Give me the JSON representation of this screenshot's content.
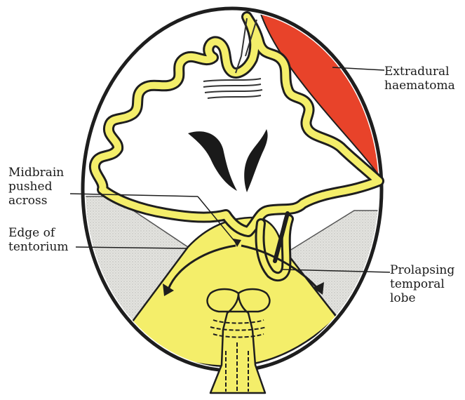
{
  "labels": {
    "extradural_haematoma": [
      "Extradural",
      "haematoma"
    ],
    "midbrain_pushed_across": [
      "Midbrain",
      "pushed",
      "across"
    ],
    "edge_of_tentorium": [
      "Edge of",
      "tentorium"
    ],
    "prolapsing_temporal_lobe": [
      "Prolapsing",
      "temporal",
      "lobe"
    ]
  },
  "colors": {
    "haematoma": "#e8432a",
    "brain_yellow": "#f4ee6a",
    "outline": "#1e1e1e",
    "tentorium_shade": "#dcdcd8",
    "ventricle": "#1a1a1a"
  }
}
